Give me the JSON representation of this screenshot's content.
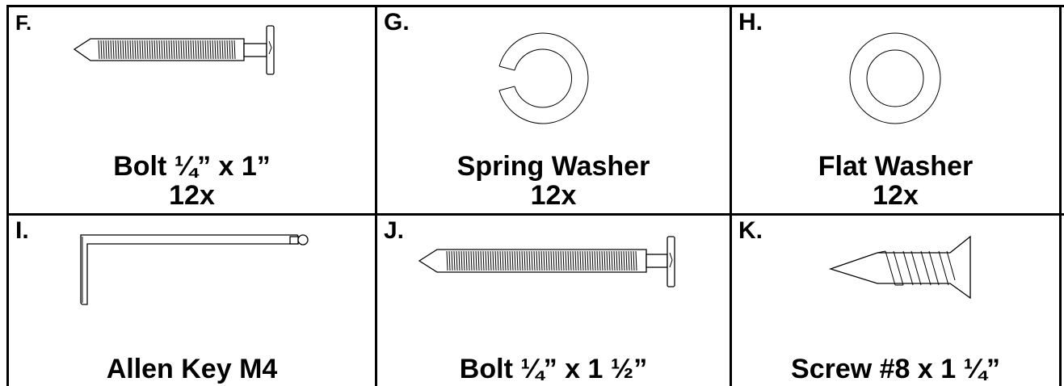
{
  "parts": [
    {
      "id": "F",
      "letter": "F.",
      "name": "Bolt ¼” x 1”",
      "qty": "12x",
      "icon": "bolt-icon"
    },
    {
      "id": "G",
      "letter": "G.",
      "name": "Spring Washer",
      "qty": "12x",
      "icon": "spring-washer-icon"
    },
    {
      "id": "H",
      "letter": "H.",
      "name": "Flat Washer",
      "qty": "12x",
      "icon": "flat-washer-icon"
    },
    {
      "id": "I",
      "letter": "I.",
      "name": "Allen Key M4",
      "icon": "allen-key-icon"
    },
    {
      "id": "J",
      "letter": "J.",
      "name": "Bolt ¼” x 1 ½”",
      "icon": "bolt-icon"
    },
    {
      "id": "K",
      "letter": "K.",
      "name": "Screw #8 x 1 ¼”",
      "icon": "screw-icon"
    }
  ]
}
